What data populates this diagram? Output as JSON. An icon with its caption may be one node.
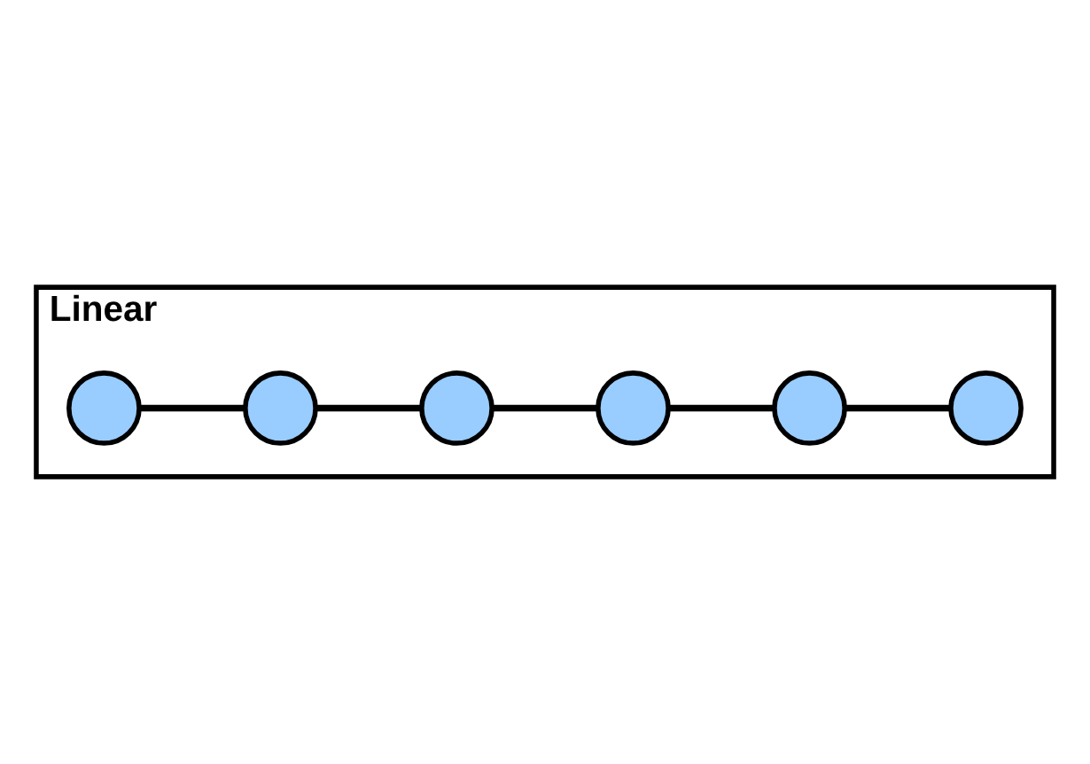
{
  "diagram": {
    "nodes": [
      {
        "text": [
          "Linear"
        ]
      },
      {
        "text": [],
        "shape": "circle",
        "in": 0
      },
      {
        "text": [],
        "shape": "circle",
        "in": 0
      },
      {
        "text": [],
        "shape": "circle",
        "in": 0
      },
      {
        "text": [],
        "shape": "circle",
        "in": 0
      },
      {
        "text": [],
        "shape": "circle",
        "in": 0
      },
      {
        "text": [],
        "shape": "circle",
        "in": 0
      }
    ],
    "edges": [
      {
        "from": 1,
        "to": 2,
        "arrow": "none"
      },
      {
        "from": 2,
        "to": 3,
        "arrow": "none"
      },
      {
        "from": 3,
        "to": 4,
        "arrow": "none"
      },
      {
        "from": 4,
        "to": 5,
        "arrow": "none"
      },
      {
        "from": 5,
        "to": 6,
        "arrow": "none"
      }
    ]
  }
}
